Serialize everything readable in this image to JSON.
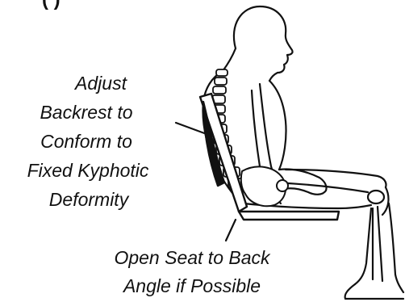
{
  "header_fragment": "(        )",
  "labels": {
    "backrest": [
      "Adjust",
      "Backrest to",
      "Conform to",
      "Fixed Kyphotic",
      "Deformity"
    ],
    "seat": [
      "Open Seat to Back",
      "Angle if Possible"
    ]
  },
  "colors": {
    "ink": "#111111",
    "background": "#ffffff"
  },
  "icons": [
    "seated-person-figure",
    "spine-illustration",
    "reclined-chair"
  ]
}
